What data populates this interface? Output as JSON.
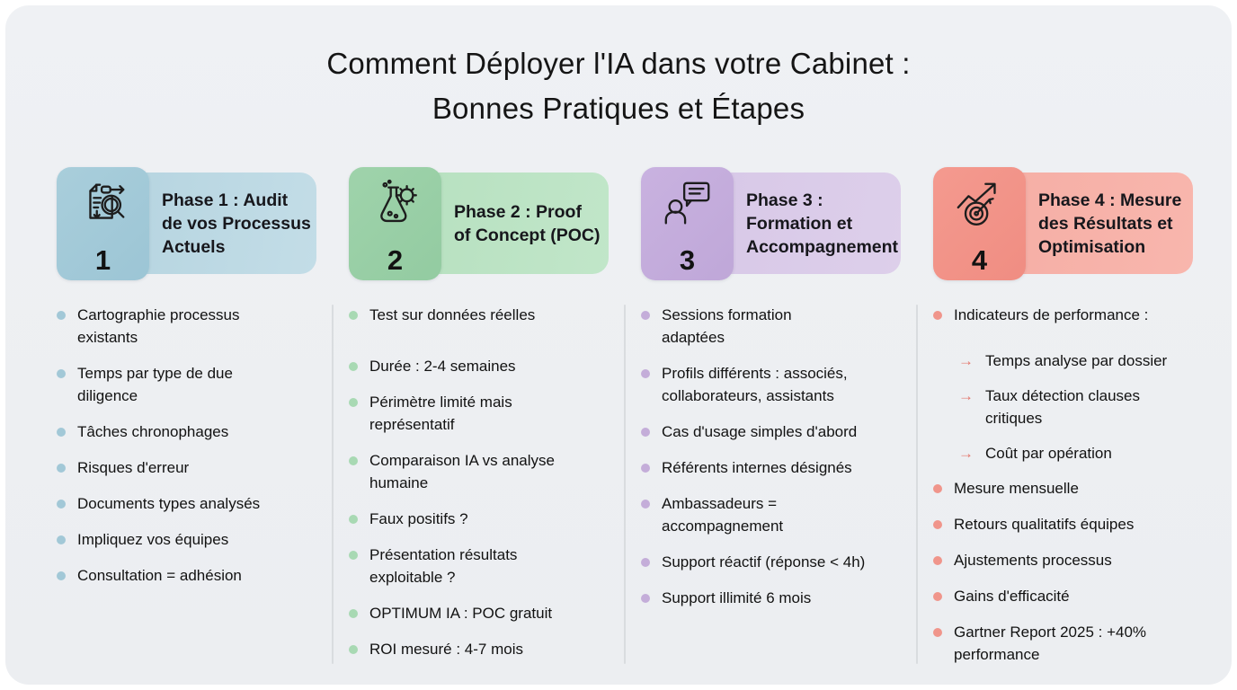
{
  "title": {
    "text": "Comment Déployer l'IA dans votre Cabinet :\nBonnes Pratiques et Étapes"
  },
  "glyphs": {
    "arrow_marker": "→"
  },
  "phases": [
    {
      "number": "1",
      "title": "Phase 1 : Audit\nde vos Processus\nActuels",
      "icon": "document-search-icon",
      "colors": {
        "tile": "#a3cbd9",
        "bar": "#b8d5e0",
        "bullet": "#a2c8d7"
      }
    },
    {
      "number": "2",
      "title": "Phase 2 : Proof\nof Concept (POC)",
      "icon": "flask-gear-icon",
      "colors": {
        "tile": "#9bd0a8",
        "bar": "#b9e1c1",
        "bullet": "#a8d9b3"
      }
    },
    {
      "number": "3",
      "title": "Phase 3 :\nFormation et\nAccompagnement",
      "icon": "person-chat-icon",
      "colors": {
        "tile": "#c7b0de",
        "bar": "#d8c9e8",
        "bullet": "#c4add9"
      }
    },
    {
      "number": "4",
      "title": "Phase 4 : Mesure\ndes Résultats et\nOptimisation",
      "icon": "target-arrow-icon",
      "colors": {
        "tile": "#f3988d",
        "bar": "#f6b0a7",
        "bullet": "#f0958b",
        "sub_arrow": "#e4776d"
      }
    }
  ],
  "columns": [
    {
      "phase": "1",
      "items": [
        {
          "text": "Cartographie processus\nexistants"
        },
        {
          "text": "Temps par type de due\ndiligence"
        },
        {
          "text": "Tâches chronophages"
        },
        {
          "text": "Risques d'erreur"
        },
        {
          "text": "Documents types analysés"
        },
        {
          "text": "Impliquez vos équipes"
        },
        {
          "text": "Consultation = adhésion"
        }
      ]
    },
    {
      "phase": "2",
      "items": [
        {
          "text": "Test sur données réelles"
        },
        {
          "text": "Durée : 2-4 semaines"
        },
        {
          "text": "Périmètre limité mais\nreprésentatif"
        },
        {
          "text": "Comparaison IA vs analyse\nhumaine"
        },
        {
          "text": "Faux positifs ?"
        },
        {
          "text": "Présentation résultats\nexploitable ?"
        },
        {
          "text": "OPTIMUM IA : POC gratuit"
        },
        {
          "text": "ROI mesuré : 4-7 mois"
        }
      ]
    },
    {
      "phase": "3",
      "items": [
        {
          "text": "Sessions formation\nadaptées"
        },
        {
          "text": "Profils différents : associés,\ncollaborateurs, assistants"
        },
        {
          "text": "Cas d'usage simples d'abord"
        },
        {
          "text": "Référents internes désignés"
        },
        {
          "text": "Ambassadeurs =\naccompagnement"
        },
        {
          "text": "Support réactif (réponse < 4h)"
        },
        {
          "text": "Support illimité 6 mois"
        }
      ]
    },
    {
      "phase": "4",
      "items": [
        {
          "text": "Indicateurs de performance :"
        },
        {
          "text": "Temps analyse par dossier",
          "type": "arrow"
        },
        {
          "text": "Taux détection clauses\ncritiques",
          "type": "arrow"
        },
        {
          "text": "Coût par opération",
          "type": "arrow"
        },
        {
          "text": "Mesure mensuelle"
        },
        {
          "text": "Retours qualitatifs équipes"
        },
        {
          "text": "Ajustements processus"
        },
        {
          "text": "Gains d'efficacité"
        },
        {
          "text": "Gartner Report 2025 : +40%\nperformance"
        }
      ]
    }
  ]
}
